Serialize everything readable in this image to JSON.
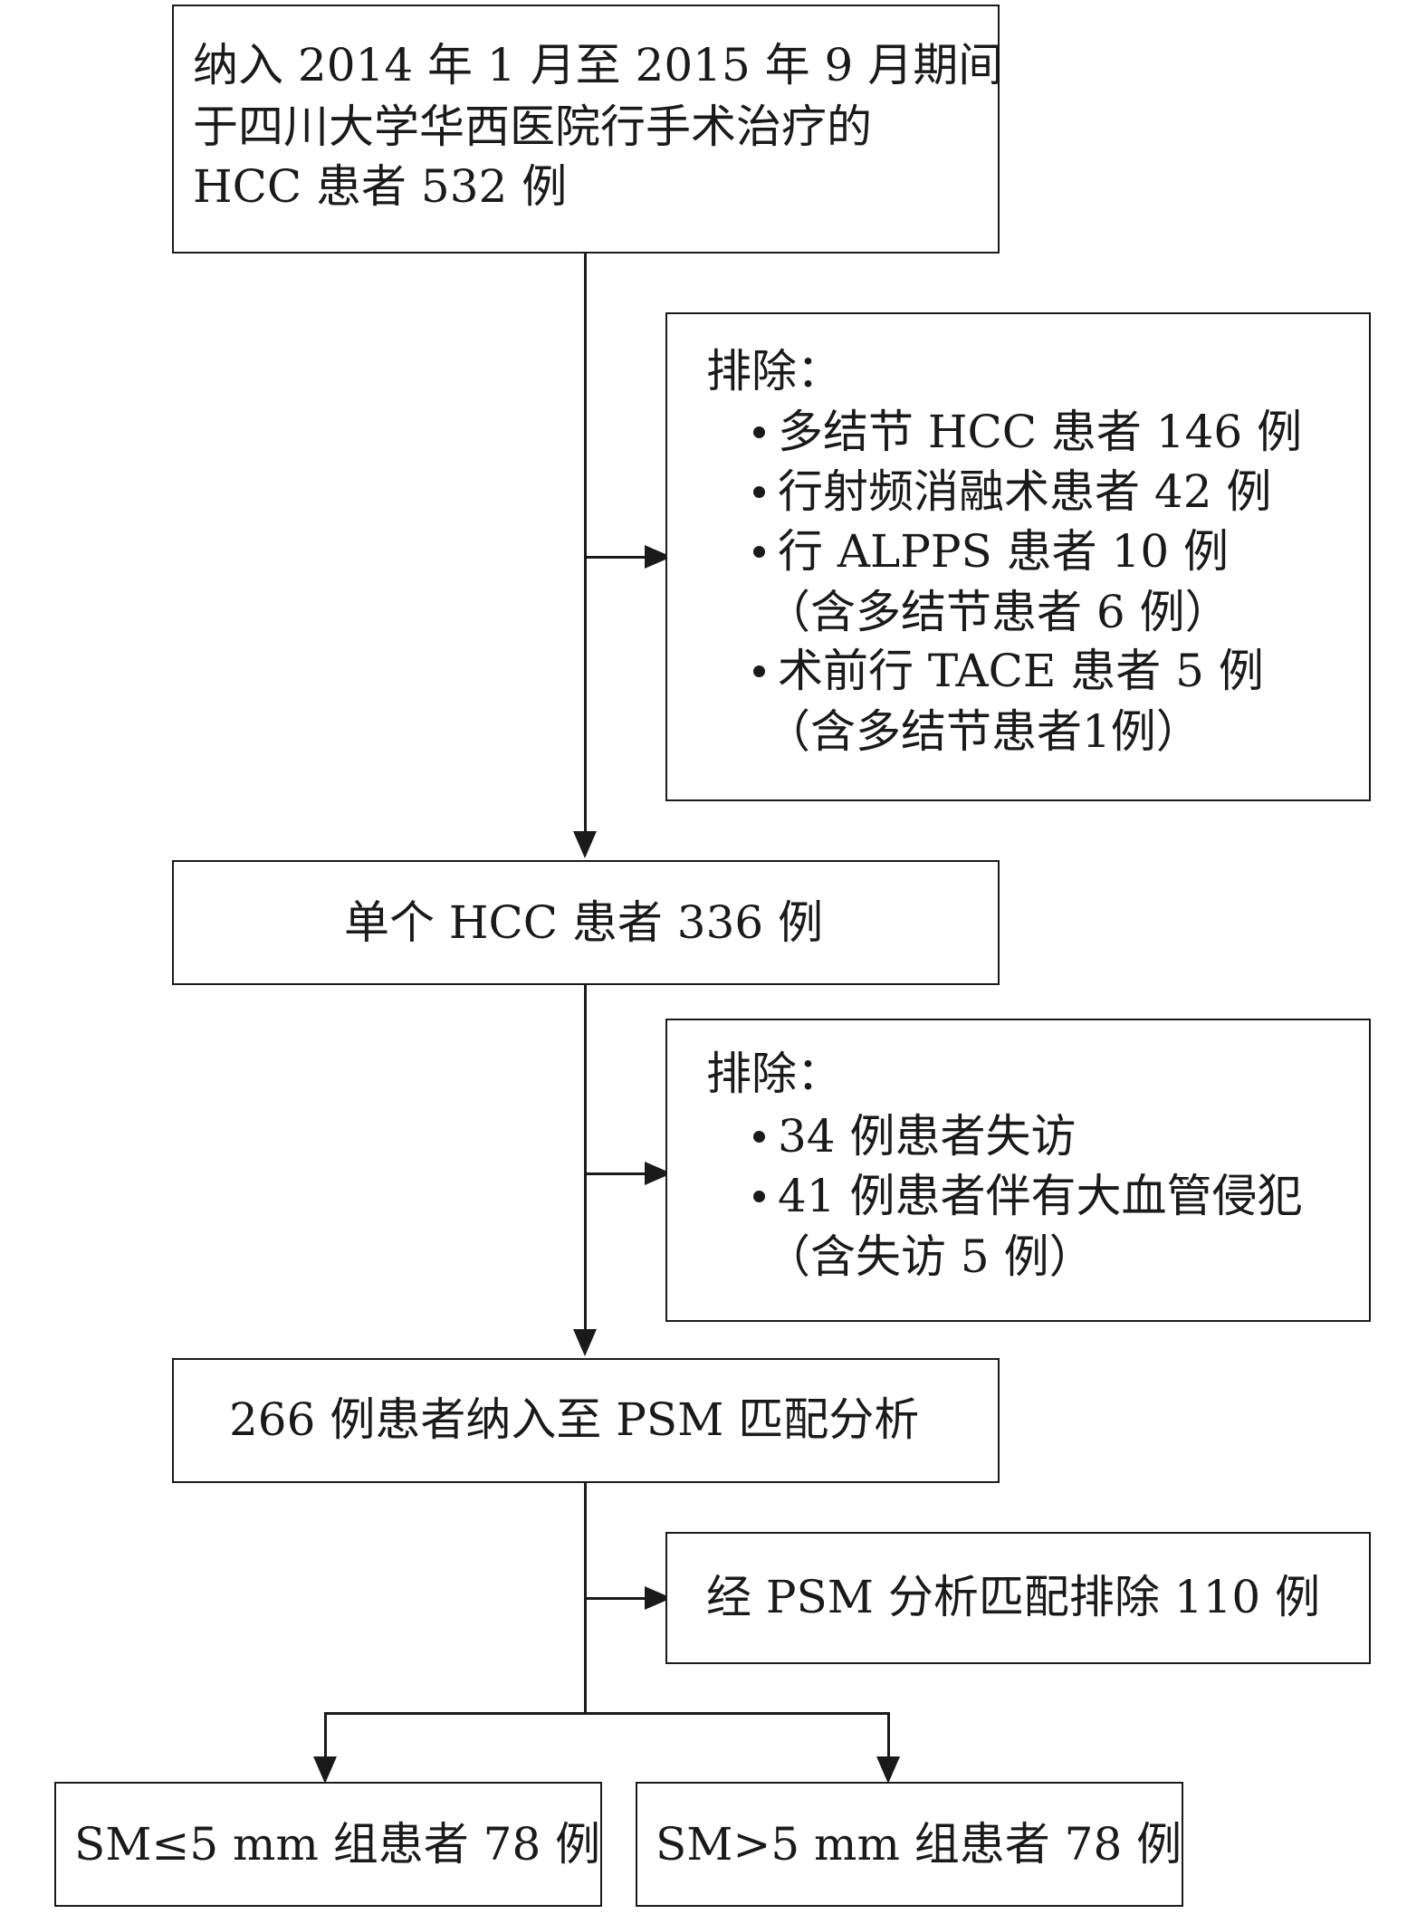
{
  "box1": {
    "line1": "纳入 2014 年 1 月至 2015 年 9 月期间",
    "line2": "于四川大学华西医院行手术治疗的",
    "line3": "HCC 患者 532 例"
  },
  "exclude1": {
    "title": "排除：",
    "items": [
      "多结节 HCC 患者 146 例",
      "行射频消融术患者 42 例",
      "行 ALPPS 患者 10 例",
      "术前行 TACE 患者 5 例"
    ],
    "notes": [
      "（含多结节患者 6 例）",
      "（含多结节患者1例）"
    ]
  },
  "box2": {
    "text": "单个 HCC 患者 336 例"
  },
  "exclude2": {
    "title": "排除：",
    "items": [
      "34 例患者失访",
      "41 例患者伴有大血管侵犯"
    ],
    "note": "（含失访 5 例）"
  },
  "box3": {
    "text": "266 例患者纳入至 PSM 匹配分析"
  },
  "exclude3": {
    "text": "经 PSM 分析匹配排除 110 例"
  },
  "group_left": {
    "text": "SM≤5 mm 组患者 78 例"
  },
  "group_right": {
    "text": "SM>5 mm 组患者 78 例"
  }
}
